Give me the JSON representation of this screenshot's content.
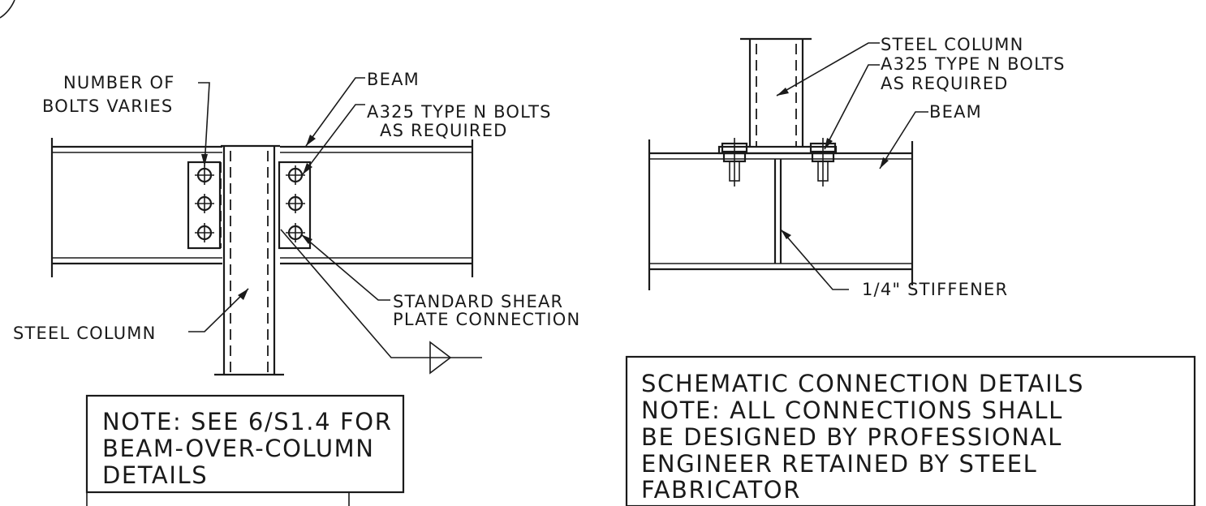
{
  "left_detail": {
    "label_number_of_bolts_1": "NUMBER OF",
    "label_number_of_bolts_2": "BOLTS VARIES",
    "label_beam": "BEAM",
    "label_bolts_1": "A325 TYPE N BOLTS",
    "label_bolts_2": "AS REQUIRED",
    "label_shear_1": "STANDARD SHEAR",
    "label_shear_2": "PLATE CONNECTION",
    "label_column": "STEEL COLUMN",
    "note_1": "NOTE: SEE 6/S1.4 FOR",
    "note_2": "BEAM-OVER-COLUMN",
    "note_3": "DETAILS"
  },
  "right_detail": {
    "label_column": "STEEL COLUMN",
    "label_bolts_1": "A325 TYPE N BOLTS",
    "label_bolts_2": "AS REQUIRED",
    "label_beam": "BEAM",
    "label_stiffener": "1/4\" STIFFENER",
    "note_1": "SCHEMATIC CONNECTION DETAILS",
    "note_2": "NOTE: ALL CONNECTIONS SHALL",
    "note_3": "BE DESIGNED BY PROFESSIONAL",
    "note_4": "ENGINEER RETAINED BY STEEL",
    "note_5": "FABRICATOR"
  }
}
